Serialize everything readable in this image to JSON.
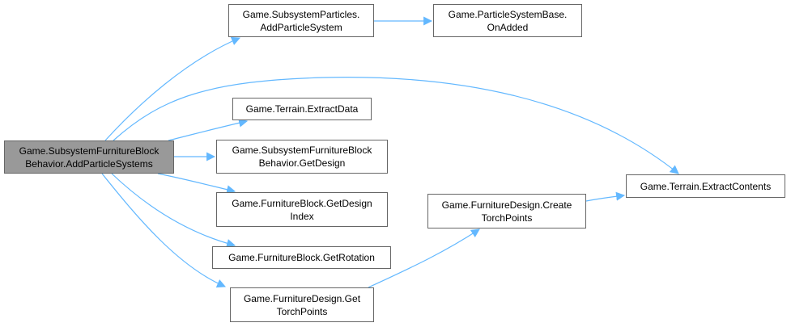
{
  "diagram": {
    "type": "call-graph",
    "edge_color": "#63b8ff",
    "root_fill": "#999999",
    "node_border": "#666666",
    "nodes": [
      {
        "id": "root",
        "lines": [
          "Game.SubsystemFurnitureBlock",
          "Behavior.AddParticleSystems"
        ]
      },
      {
        "id": "add_particle_system",
        "lines": [
          "Game.SubsystemParticles.",
          "AddParticleSystem"
        ]
      },
      {
        "id": "on_added",
        "lines": [
          "Game.ParticleSystemBase.",
          "OnAdded"
        ]
      },
      {
        "id": "extract_data",
        "lines": [
          "Game.Terrain.ExtractData"
        ]
      },
      {
        "id": "get_design",
        "lines": [
          "Game.SubsystemFurnitureBlock",
          "Behavior.GetDesign"
        ]
      },
      {
        "id": "get_design_index",
        "lines": [
          "Game.FurnitureBlock.GetDesign",
          "Index"
        ]
      },
      {
        "id": "get_rotation",
        "lines": [
          "Game.FurnitureBlock.GetRotation"
        ]
      },
      {
        "id": "get_torch_points",
        "lines": [
          "Game.FurnitureDesign.Get",
          "TorchPoints"
        ]
      },
      {
        "id": "create_torch_points",
        "lines": [
          "Game.FurnitureDesign.Create",
          "TorchPoints"
        ]
      },
      {
        "id": "extract_contents",
        "lines": [
          "Game.Terrain.ExtractContents"
        ]
      }
    ],
    "edges": [
      {
        "from": "root",
        "to": "add_particle_system"
      },
      {
        "from": "root",
        "to": "extract_contents"
      },
      {
        "from": "root",
        "to": "extract_data"
      },
      {
        "from": "root",
        "to": "get_design"
      },
      {
        "from": "root",
        "to": "get_design_index"
      },
      {
        "from": "root",
        "to": "get_rotation"
      },
      {
        "from": "root",
        "to": "get_torch_points"
      },
      {
        "from": "add_particle_system",
        "to": "on_added"
      },
      {
        "from": "get_torch_points",
        "to": "create_torch_points"
      },
      {
        "from": "create_torch_points",
        "to": "extract_contents"
      }
    ]
  }
}
